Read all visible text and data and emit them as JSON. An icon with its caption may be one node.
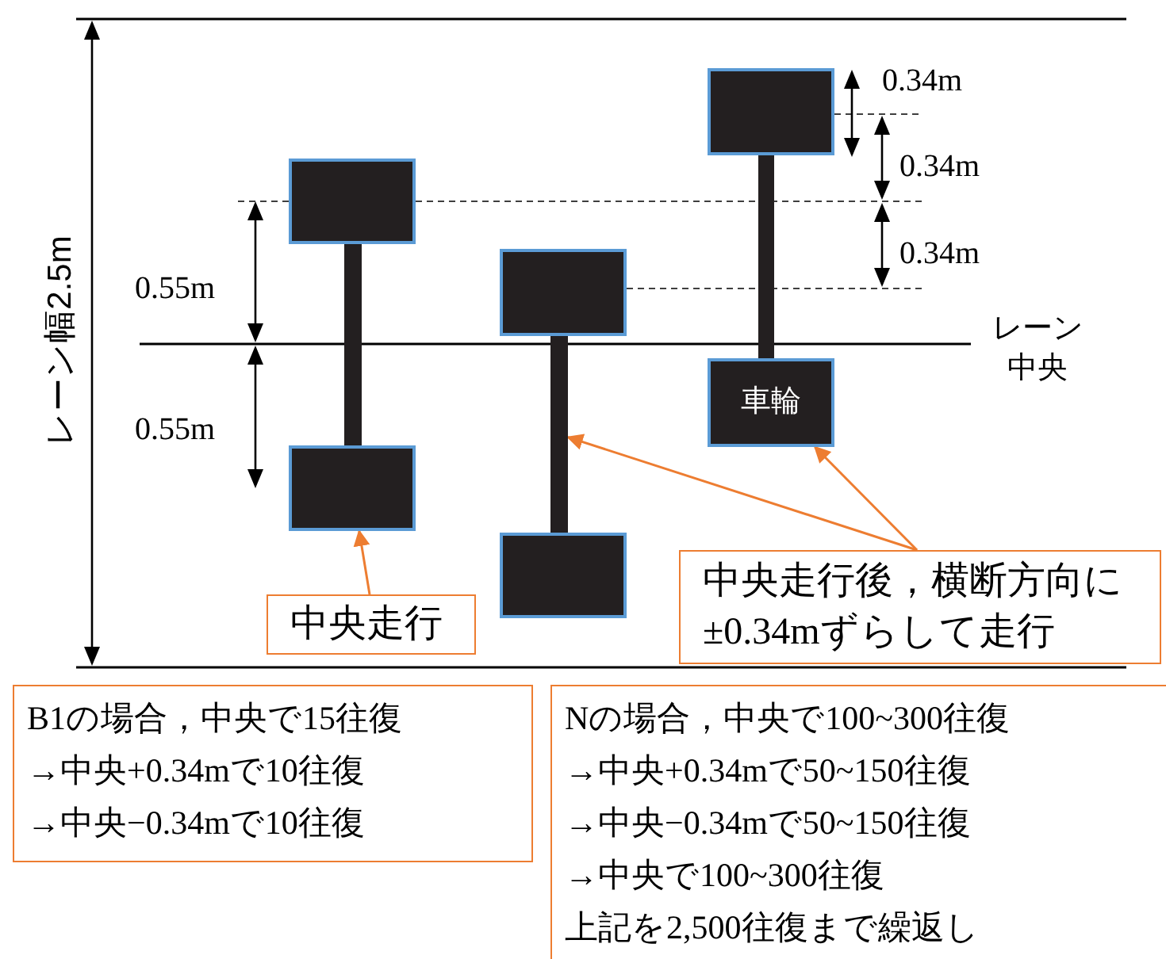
{
  "diagram": {
    "nodes": [
      {
        "text": [],
        "shape": "box"
      },
      {
        "text": [],
        "shape": "bar"
      },
      {
        "text": [],
        "shape": "box"
      },
      {
        "text": [],
        "shape": "box"
      },
      {
        "text": [],
        "shape": "bar"
      },
      {
        "text": [],
        "shape": "box"
      },
      {
        "text": [],
        "shape": "box"
      },
      {
        "text": [],
        "shape": "bar"
      },
      {
        "text": [
          "車輪"
        ]
      },
      {
        "text": [
          "中央走行"
        ]
      },
      {
        "text": [
          "中央走行後，横断方向に±0.34mずらして走行"
        ]
      },
      {
        "text": [
          "B1の場合，中央で15往復",
          "→中央+0.34mで10往復",
          "→中央−0.34mで10往復"
        ]
      },
      {
        "text": [
          "Nの場合，中央で100~300往復",
          "→中央+0.34mで50~150往復",
          "→中央−0.34mで50~150往復",
          "→中央で100~300往復",
          "上記を2,500往復まで繰返し"
        ]
      }
    ],
    "edges": [
      {
        "from": 9,
        "to": 2,
        "arrow": "to"
      },
      {
        "from": 10,
        "to": 4,
        "arrow": "to"
      },
      {
        "from": 10,
        "to": 8,
        "arrow": "to"
      }
    ],
    "labels": [
      "レーン幅2.5m",
      "0.34m",
      "0.34m",
      "0.34m",
      "0.55m",
      "レーン中央",
      "0.55m"
    ]
  }
}
